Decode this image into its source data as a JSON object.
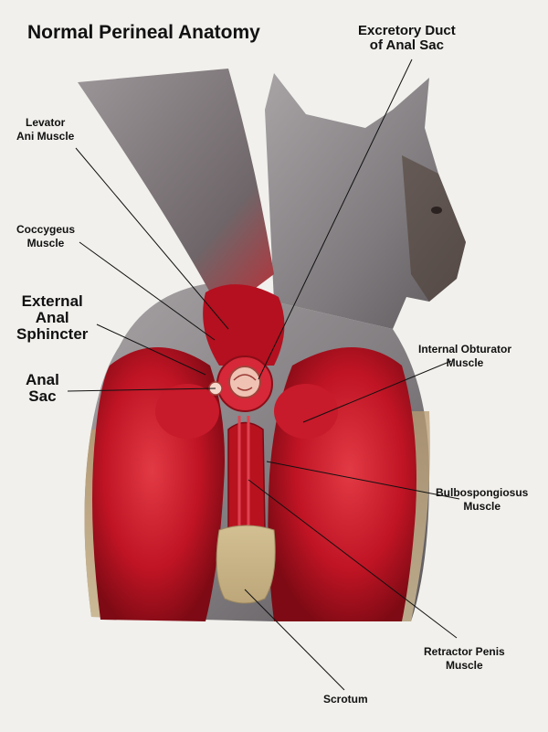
{
  "title": "Normal Perineal Anatomy",
  "labels": {
    "excretory_duct": [
      "Excretory Duct",
      "of Anal Sac"
    ],
    "levator_ani": [
      "Levator",
      "Ani Muscle"
    ],
    "coccygeus": [
      "Coccygeus",
      "Muscle"
    ],
    "external_anal_sphincter": [
      "External",
      "Anal",
      "Sphincter"
    ],
    "anal_sac": [
      "Anal",
      "Sac"
    ],
    "internal_obturator": [
      "Internal Obturator",
      "Muscle"
    ],
    "bulbospongiosus": [
      "Bulbospongiosus",
      "Muscle"
    ],
    "retractor_penis": [
      "Retractor Penis",
      "Muscle"
    ],
    "scrotum": [
      "Scrotum"
    ]
  },
  "colors": {
    "background": "#f1f0ec",
    "muscle": "#c41226",
    "muscle_dark": "#7d0a14",
    "fur": "#8e8a8c",
    "fur_tan": "#c9a77a",
    "skin": "#d8c59a",
    "leader_line": "#111111"
  }
}
